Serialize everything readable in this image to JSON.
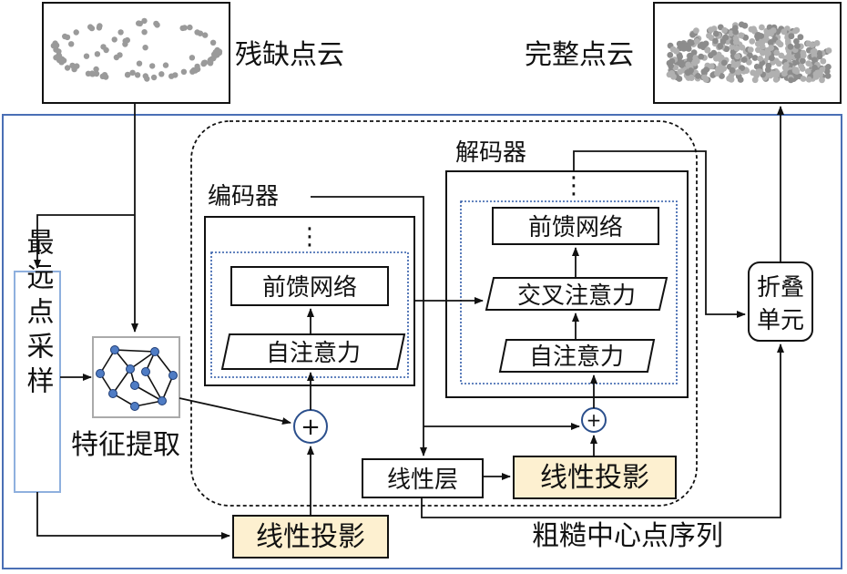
{
  "inputs": {
    "partial_label": "残缺点云",
    "complete_label": "完整点云"
  },
  "left": {
    "fps_label": "最远点采样",
    "feature_label": "特征提取",
    "proj_label": "线性投影"
  },
  "encoder": {
    "title": "编码器",
    "ffn_label": "前馈网络",
    "self_attn_label": "自注意力",
    "dots": "⋮"
  },
  "decoder": {
    "title": "解码器",
    "ffn_label": "前馈网络",
    "cross_attn_label": "交叉注意力",
    "self_attn_label": "自注意力",
    "dots": "⋮"
  },
  "bottom": {
    "linear_label": "线性层",
    "proj_label": "线性投影",
    "sequence_label": "粗糙中心点序列"
  },
  "folding": {
    "line1": "折叠",
    "line2": "单元"
  },
  "symbols": {
    "plus": "+"
  },
  "colors": {
    "frame": "#4a6fb5",
    "inner_dashed": "#2f5aa8",
    "projection_fill": "#fdf0d0",
    "node_fill": "#4f7cc4"
  }
}
